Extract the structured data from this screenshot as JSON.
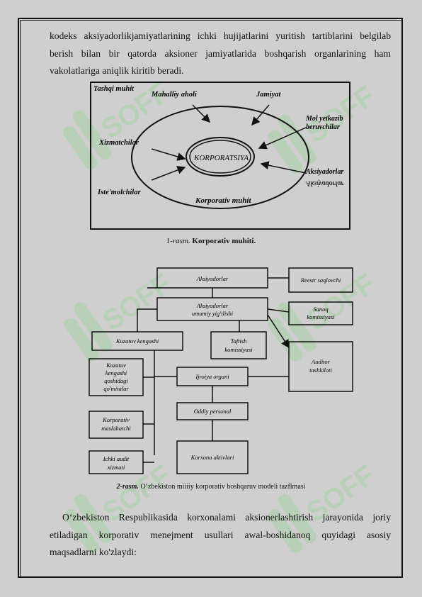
{
  "paragraph_top": {
    "lines": [
      "kodeks aksiyadorlikjamiyatlarining ichki hujijatlarini yuritish tartiblarini belgilab",
      "berish bilan bir qatorda aksioner jamiyatlarida boshqarish organlarining ham",
      "vakolatlariga aniqlik kiritib beradi."
    ]
  },
  "figure1": {
    "outer_label": "Tashqi muhit",
    "center": "KORPORATSIYA",
    "inner_label": "Korporativ muhit",
    "stakeholders": [
      "Mahalliy aholi",
      "Jamiyat",
      "Xizmatchilar",
      "Mol yetkazib beruvchilar",
      "Iste'molchilar",
      "Aksiyadorlar"
    ],
    "mol_line1": "Mol yetkazib",
    "mol_line2": "beruvchilar",
    "mirror_text": "Aksiyadorlar",
    "caption_prefix": "1-rasm.",
    "caption_title": "Korporativ muhiti."
  },
  "figure2": {
    "boxes": {
      "aksiyadorlar": "Aksiyadorlar",
      "reestr": "Reestr saqlovchi",
      "umumiy_1": "Aksiyadorlar",
      "umumiy_2": "umumiy yig'ilishi",
      "sanoq_1": "Sanoq",
      "sanoq_2": "komissiyasi",
      "kuzatuv": "Kuzatuv kengashi",
      "taftish_1": "Taftish",
      "taftish_2": "komissiyasi",
      "auditor_1": "Auditor",
      "auditor_2": "tashkiloti",
      "qomita_1": "Kuzatuv",
      "qomita_2": "kengashi",
      "qomita_3": "qoshidagi",
      "qomita_4": "qo'mitalar",
      "ijroiya": "Ijroiya organi",
      "maslahatchi_1": "Korporativ",
      "maslahatchi_2": "maslahatchi",
      "oddiy": "Oddiy personal",
      "audit_1": "Ichki audit",
      "audit_2": "xizmati",
      "aktivlar": "Korxona aktivlari"
    },
    "caption_prefix": "2-rasm.",
    "caption_text": " O‘zbekiston miiiiy korporativ boshqaruv modeli tazflmasi"
  },
  "paragraph_bottom": {
    "lines": [
      "O‘zbekiston Respublikasida korxonalami aksionerlashtirish jarayonida joriy",
      "etiladigan korporativ menejment usullari awal-boshidanoq quyidagi asosiy",
      "maqsadlarni ko'zlaydi:"
    ]
  },
  "watermark": {
    "text": "SOFF",
    "color": "#9bd89b"
  }
}
